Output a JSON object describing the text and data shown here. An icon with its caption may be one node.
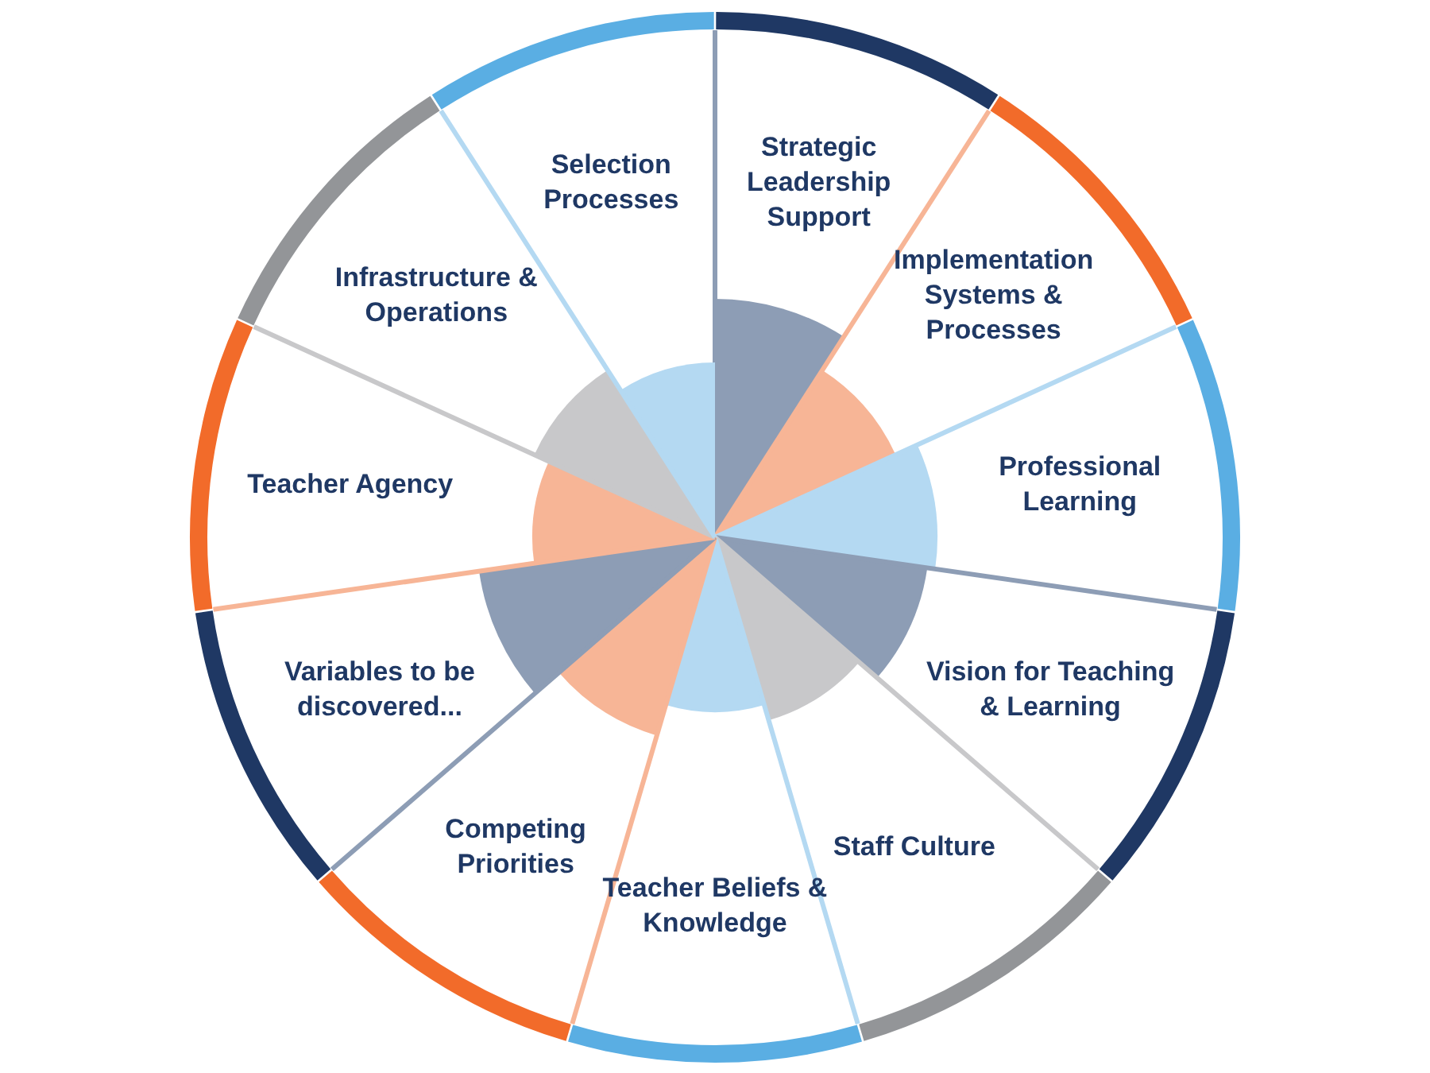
{
  "diagram": {
    "nodes": [
      {
        "text": [
          "Strategic Leadership Support"
        ]
      },
      {
        "text": [
          "Implementation Systems & Processes"
        ]
      },
      {
        "text": [
          "Professional Learning"
        ]
      },
      {
        "text": [
          "Vision for Teaching & Learning"
        ]
      },
      {
        "text": [
          "Staff Culture"
        ]
      },
      {
        "text": [
          "Teacher Beliefs & Knowledge"
        ]
      },
      {
        "text": [
          "Competing Priorities"
        ]
      },
      {
        "text": [
          "Variables to be discovered..."
        ]
      },
      {
        "text": [
          "Teacher Agency"
        ]
      },
      {
        "text": [
          "Infrastructure & Operations"
        ]
      },
      {
        "text": [
          "Selection Processes"
        ]
      }
    ]
  }
}
